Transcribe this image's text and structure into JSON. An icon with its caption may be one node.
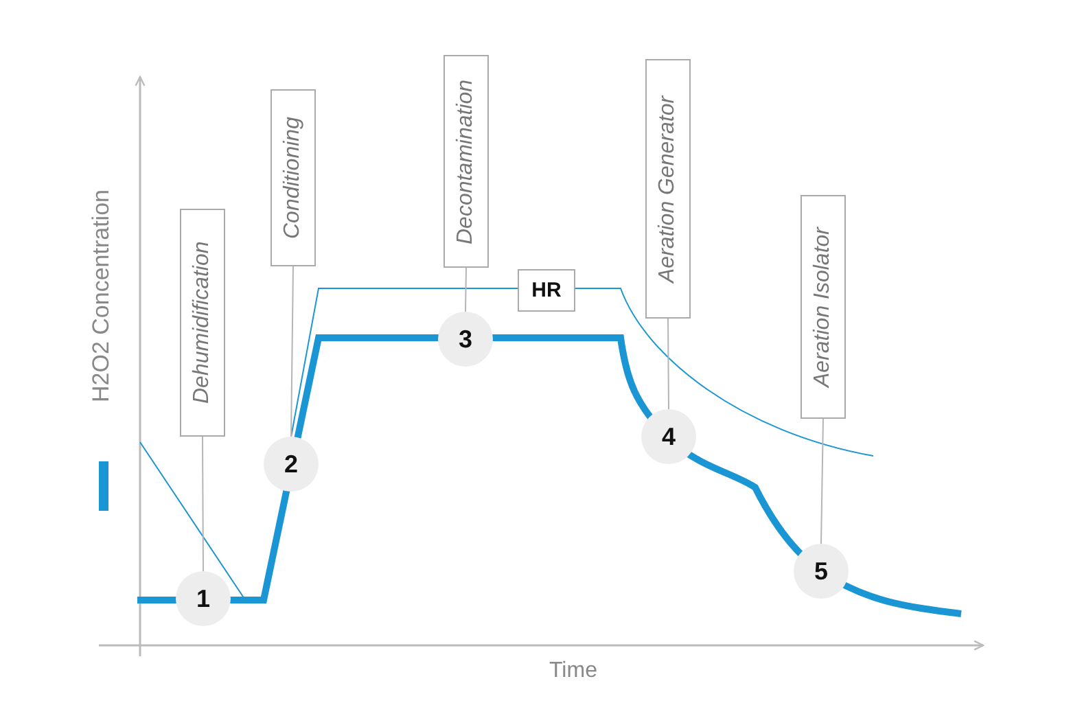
{
  "diagram": {
    "nodes": [
      {
        "text": [
          "Dehumidification"
        ]
      },
      {
        "text": [
          "Conditioning"
        ]
      },
      {
        "text": [
          "Decontamination"
        ]
      },
      {
        "text": [
          "HR"
        ]
      },
      {
        "text": [
          "Aeration Generator"
        ]
      },
      {
        "text": [
          "Aeration Isolator"
        ]
      },
      {
        "text": [
          "1"
        ]
      },
      {
        "text": [
          "2"
        ]
      },
      {
        "text": [
          "3"
        ]
      },
      {
        "text": [
          "4"
        ]
      },
      {
        "text": [
          "5"
        ]
      }
    ],
    "edges": [
      {
        "from": 0,
        "to": 6,
        "arrow": "none"
      },
      {
        "from": 1,
        "to": 7,
        "arrow": "none"
      },
      {
        "from": 2,
        "to": 8,
        "arrow": "none"
      },
      {
        "from": 4,
        "to": 9,
        "arrow": "none"
      },
      {
        "from": 5,
        "to": 10,
        "arrow": "none"
      }
    ],
    "labels": [
      "Time"
    ],
    "legend": [
      {
        "text": "H2O2 Concentration",
        "color": "#1a96d4"
      }
    ]
  }
}
